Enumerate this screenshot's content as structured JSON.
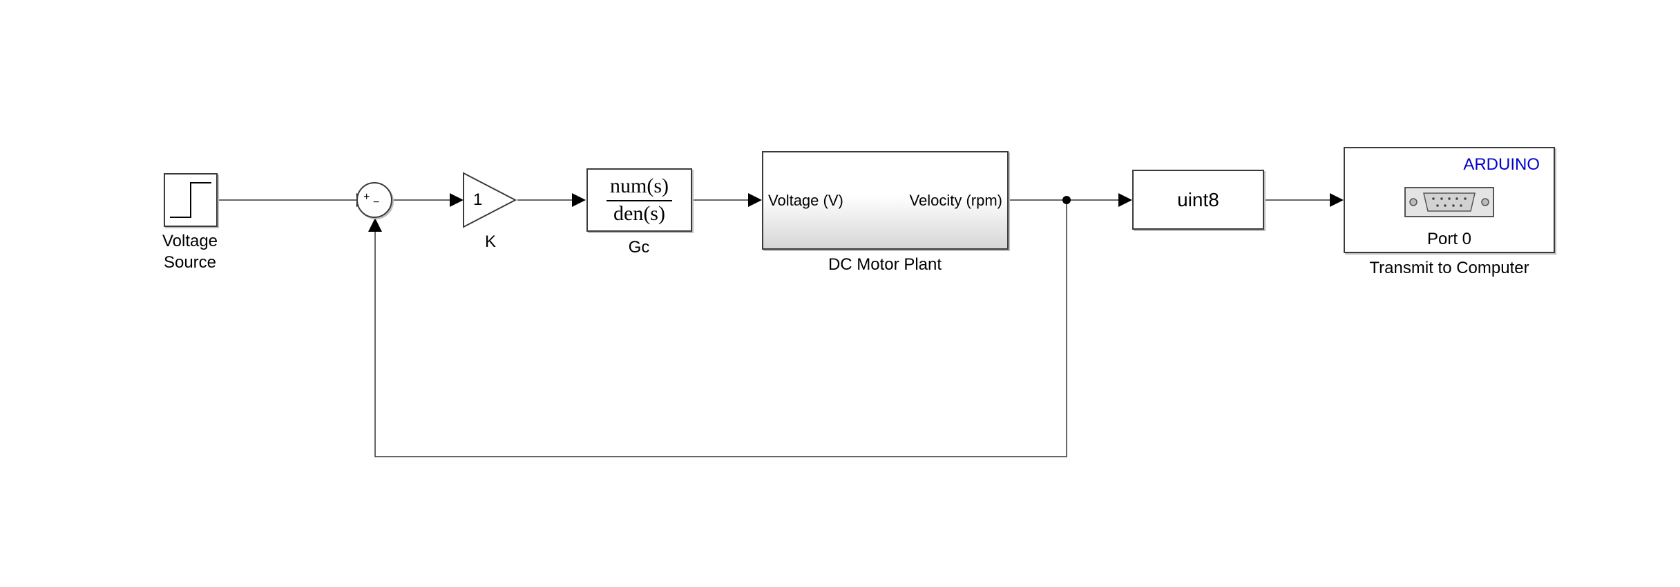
{
  "blocks": {
    "step": {
      "label_line1": "Voltage",
      "label_line2": "Source"
    },
    "sum": {
      "plus": "+",
      "minus": "−"
    },
    "gain": {
      "value": "1",
      "label": "K"
    },
    "tf": {
      "numerator": "num(s)",
      "denominator": "den(s)",
      "label": "Gc"
    },
    "plant": {
      "input_port": "Voltage (V)",
      "output_port": "Velocity (rpm)",
      "label": "DC Motor Plant"
    },
    "convert": {
      "text": "uint8"
    },
    "serial": {
      "brand": "ARDUINO",
      "brand_color": "#0000cc",
      "port": "Port 0",
      "label": "Transmit to Computer",
      "icon": "serial-connector-icon"
    }
  }
}
